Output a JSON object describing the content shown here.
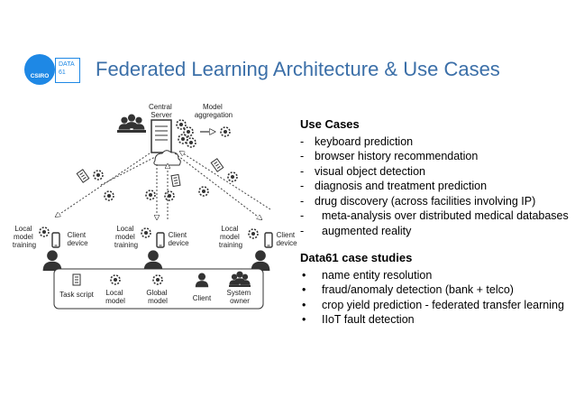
{
  "header": {
    "title": "Federated Learning Architecture & Use Cases",
    "csiro_logo_text": "CSIRO",
    "data61_logo_text": "DATA 61"
  },
  "diagram": {
    "central_server_label": [
      "Central",
      "Server"
    ],
    "model_aggregation_label": [
      "Model",
      "aggregation"
    ],
    "clients": [
      {
        "training_label": [
          "Local",
          "model",
          "training"
        ],
        "device_label": [
          "Client",
          "device"
        ]
      },
      {
        "training_label": [
          "Local",
          "model",
          "training"
        ],
        "device_label": [
          "Client",
          "device"
        ]
      },
      {
        "training_label": [
          "Local",
          "model",
          "training"
        ],
        "device_label": [
          "Client",
          "device"
        ]
      }
    ],
    "legend": [
      {
        "label": [
          "Task script"
        ]
      },
      {
        "label": [
          "Local",
          "model"
        ]
      },
      {
        "label": [
          "Global",
          "model"
        ]
      },
      {
        "label": [
          "Client"
        ]
      },
      {
        "label": [
          "System",
          "owner"
        ]
      }
    ]
  },
  "use_cases": {
    "heading": "Use Cases",
    "items": [
      "keyboard prediction",
      "browser history recommendation",
      "visual object detection",
      "diagnosis and treatment prediction",
      "drug discovery (across facilities involving IP)"
    ],
    "sub_items": [
      "meta-analysis over distributed medical databases",
      "augmented reality"
    ]
  },
  "case_studies": {
    "heading": "Data61 case studies",
    "items": [
      "name entity resolution",
      "fraud/anomaly detection (bank + telco)",
      "crop yield prediction - federated transfer learning",
      "IIoT fault detection"
    ]
  },
  "colors": {
    "title": "#3b6fa8",
    "csiro_blue": "#1e88e5",
    "icon_dark": "#333333"
  }
}
